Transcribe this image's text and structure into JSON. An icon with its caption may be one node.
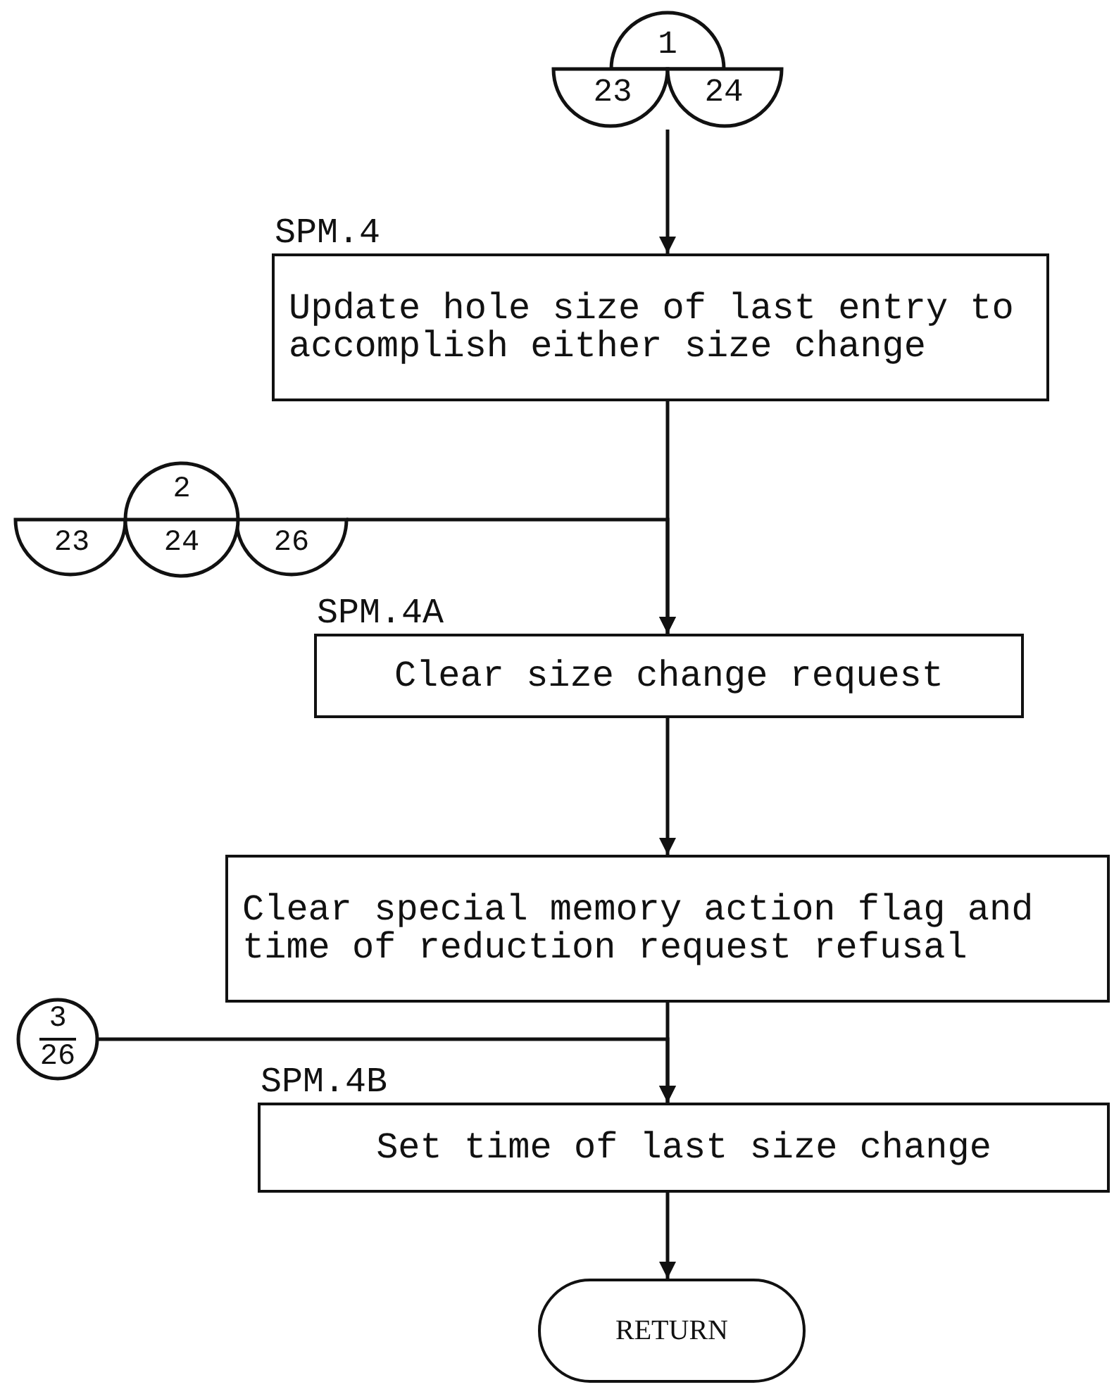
{
  "diagram": {
    "nodes": [
      {
        "text": [
          "1",
          "23",
          "24"
        ]
      },
      {
        "text": [
          "SPM.4",
          "Update hole size of last entry to accomplish either size change"
        ]
      },
      {
        "text": [
          "2",
          "23",
          "24",
          "26"
        ]
      },
      {
        "text": [
          "SPM.4A",
          "Clear size change request"
        ]
      },
      {
        "text": [
          "Clear special memory action flag and time of reduction request refusal"
        ]
      },
      {
        "text": [
          "3",
          "26"
        ]
      },
      {
        "text": [
          "SPM.4B",
          "Set time of last size change"
        ]
      },
      {
        "text": [
          "RETURN"
        ]
      }
    ],
    "edges": [
      {
        "from": 0,
        "to": 1,
        "arrow": "to"
      },
      {
        "from": 1,
        "to": 3,
        "arrow": "to"
      },
      {
        "from": 2,
        "to": 3,
        "arrow": "to"
      },
      {
        "from": 3,
        "to": 4,
        "arrow": "to"
      },
      {
        "from": 4,
        "to": 6,
        "arrow": "to"
      },
      {
        "from": 5,
        "to": 6,
        "arrow": "to"
      },
      {
        "from": 6,
        "to": 7,
        "arrow": "to"
      }
    ]
  }
}
